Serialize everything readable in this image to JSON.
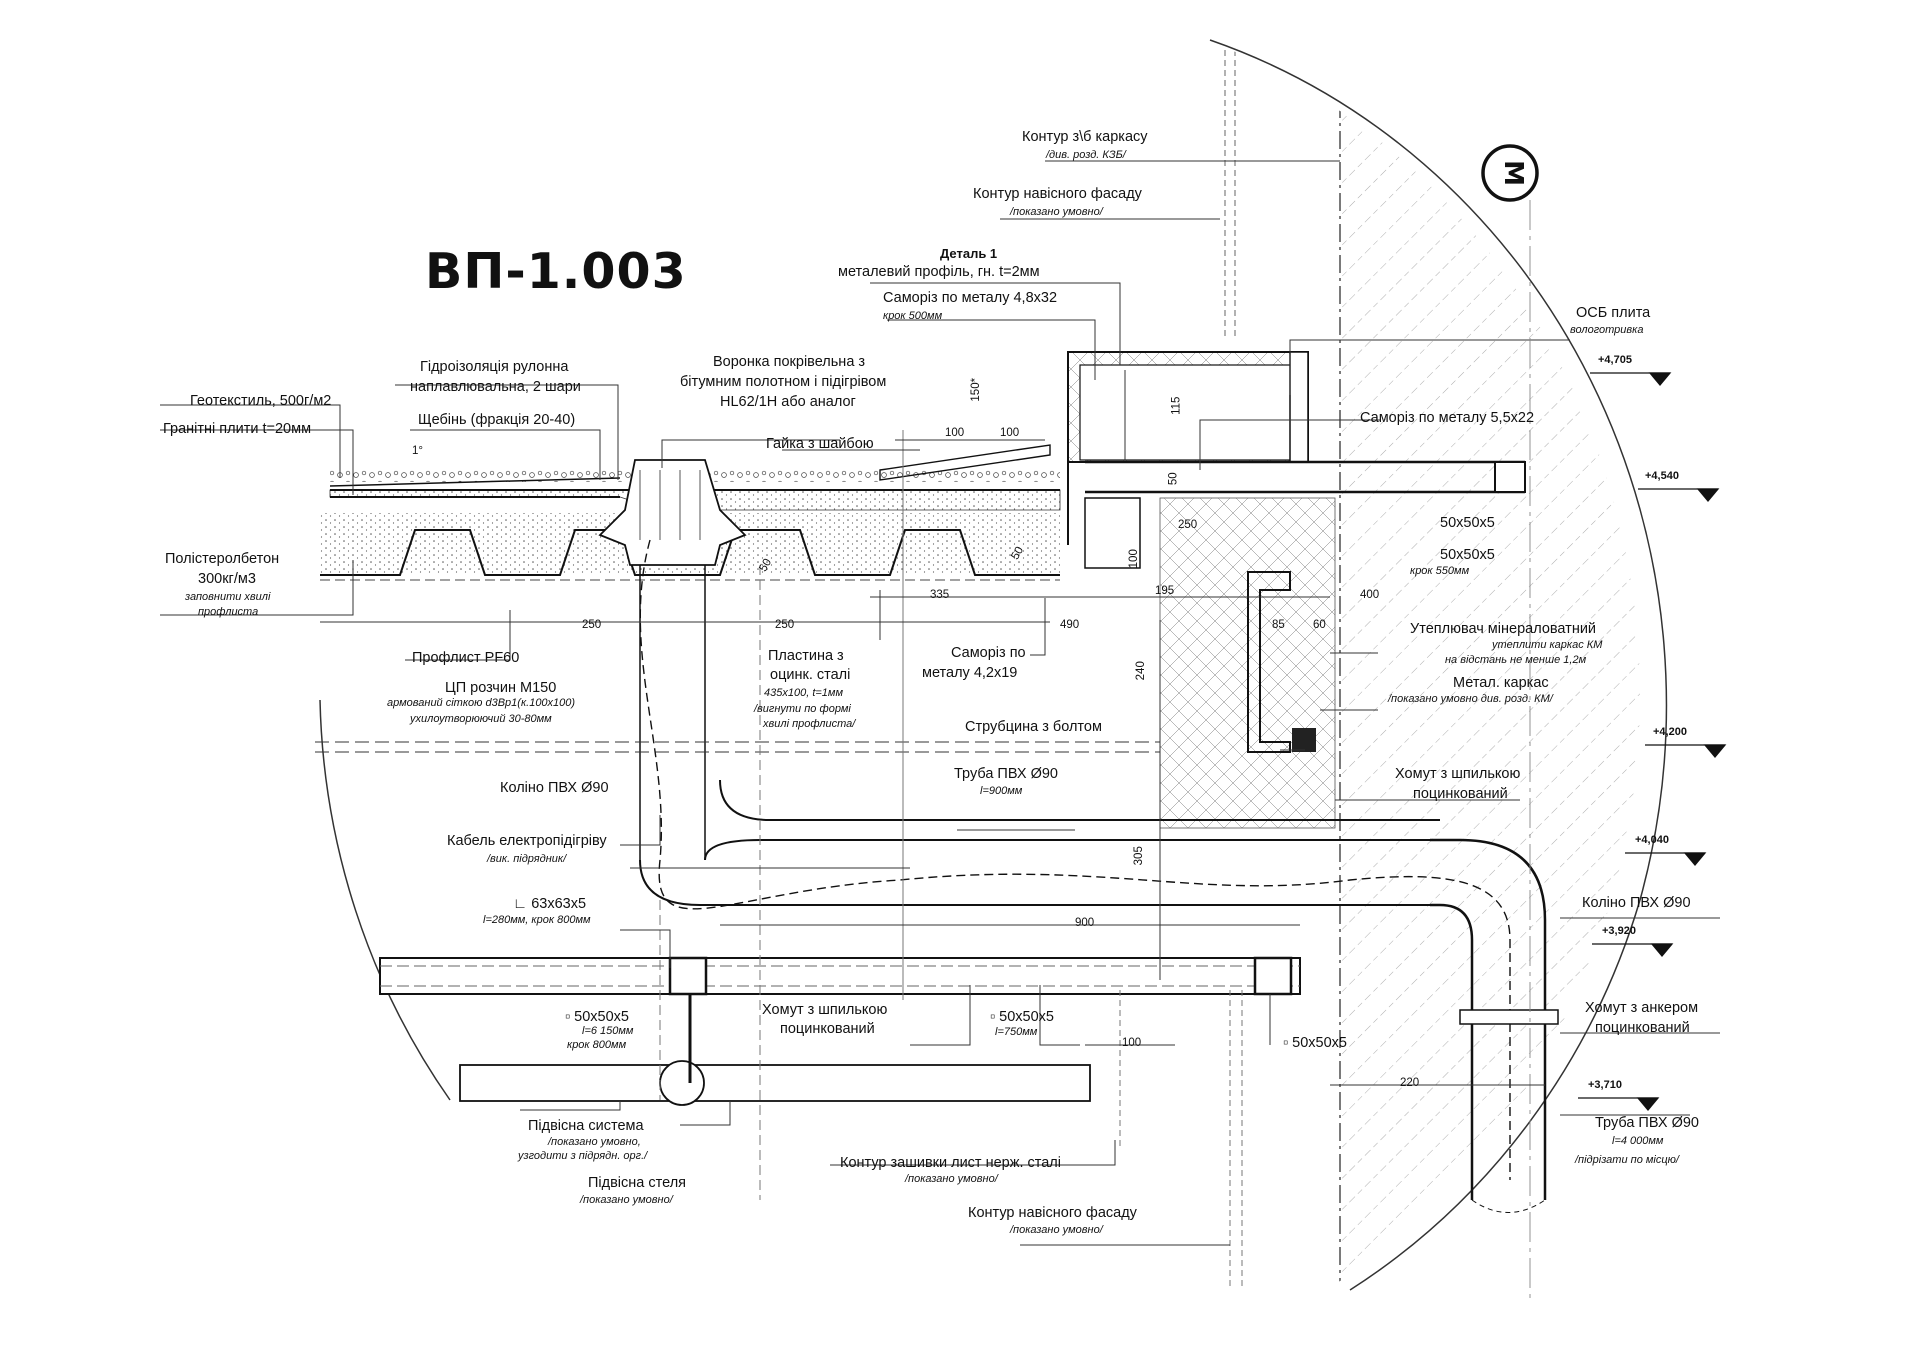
{
  "title": "ВП-1.003",
  "detail": {
    "title": "Деталь 1",
    "line1": "металевий профіль, гн. t=2мм"
  },
  "compass": "М",
  "labels": {
    "kontur_karkasu": "Контур з\\б каркасу",
    "kontur_karkasu_sub": "/див. розд. КЗБ/",
    "kontur_fasadu": "Контур навісного фасаду",
    "kontur_fasadu_sub": "/показано умовно/",
    "samoriz_48": "Саморіз по металу 4,8х32",
    "samoriz_48_sub": "крок 500мм",
    "osb": "ОСБ плита",
    "osb_sub": "вологотривка",
    "gidro1": "Гідроізоляція рулонна",
    "gidro2": "наплавлювальна, 2 шари",
    "geotekstyl": "Геотекстиль, 500г/м2",
    "shchebin": "Щебінь (фракція 20-40)",
    "granit": "Гранітні плити t=20мм",
    "voronka1": "Воронка покрівельна з",
    "voronka2": "бітумним полотном і підігрівом",
    "voronka3": "HL62/1H або аналог",
    "gaika": "Гайка з шайбою",
    "samoriz_55": "Саморіз по металу 5,5х22",
    "polister1": "Полістеролбетон",
    "polister2": "300кг/м3",
    "polister3": "заповнити хвилі",
    "polister4": "профлиста",
    "proflist": "Профлист PF60",
    "cp1": "ЦП розчин М150",
    "cp2": "армований сіткою d3Вр1(к.100х100)",
    "cp3": "ухилоутворюючий 30-80мм",
    "plast1": "Пластина з",
    "plast2": "оцинк. сталі",
    "plast3": "435х100, t=1мм",
    "plast4": "/вигнути по формі",
    "plast5": "хвилі профлиста/",
    "samoriz_42_1": "Саморіз по",
    "samoriz_42_2": "металу 4,2х19",
    "sq50_1": "50х50х5",
    "sq50_2": "50х50х5",
    "sq50_2_sub": "крок 550мм",
    "uteplyuvach": "Утеплювач мінераловатний",
    "uteplyuvach_sub1": "утеплити каркас КМ",
    "uteplyuvach_sub2": "на відстань не менше 1,2м",
    "metal_karkas": "Метал. каркас",
    "metal_karkas_sub": "/показано умовно див. розд. КМ/",
    "strubtsyna": "Струбцина з болтом",
    "truba_900": "Труба ПВХ Ø90",
    "truba_900_sub": "l=900мм",
    "koliano1": "Коліно ПВХ Ø90",
    "khomut_shp1": "Хомут з шпилькою",
    "khomut_shp1b": "поцинкований",
    "kabel": "Кабель електропідігріву",
    "kabel_sub": "/вик. підрядник/",
    "koliano2": "Коліно ПВХ Ø90",
    "kutnyk": "∟ 63х63х5",
    "kutnyk_sub": "l=280мм, крок 800мм",
    "sq_6150": "▫ 50х50х5",
    "sq_6150_sub1": "l=6 150мм",
    "sq_6150_sub2": "крок 800мм",
    "khomut_shp2": "Хомут з шпилькою",
    "khomut_shp2b": "поцинкований",
    "sq_750": "▫ 50х50х5",
    "sq_750_sub": "l=750мм",
    "sq50_3": "▫ 50х50х5",
    "khomut_anker1": "Хомут з анкером",
    "khomut_anker2": "поцинкований",
    "pidvisna_sys": "Підвісна система",
    "pidvisna_sys_sub1": "/показано умовно,",
    "pidvisna_sys_sub2": "узгодити з підрядн. орг./",
    "pidvisna_stelia": "Підвісна стеля",
    "pidvisna_stelia_sub": "/показано умовно/",
    "kontur_zashyvky": "Контур зашивки лист нерж. сталі",
    "kontur_zashyvky_sub": "/показано умовно/",
    "kontur_fasadu2": "Контур навісного фасаду",
    "kontur_fasadu2_sub": "/показано умовно/",
    "truba_4000": "Труба ПВХ Ø90",
    "truba_4000_sub1": "l=4 000мм",
    "truba_4000_sub2": "/підрізати по місцю/"
  },
  "levels": [
    "+4,705",
    "+4,540",
    "+4,200",
    "+4,040",
    "+3,920",
    "+3,710"
  ],
  "dimensions": {
    "d100a": "100",
    "d100b": "100",
    "d150": "150*",
    "d115": "115",
    "d50a": "50",
    "d250a": "250",
    "d100c": "100",
    "d50b": "50",
    "d50c": "50",
    "d335": "335",
    "d195": "195",
    "d400": "400",
    "d250b": "250",
    "d250c": "250",
    "d490": "490",
    "d85": "85",
    "d60": "60",
    "d240": "240",
    "d305": "305",
    "d900": "900",
    "d100d": "100",
    "d220": "220",
    "slope": "1°"
  }
}
